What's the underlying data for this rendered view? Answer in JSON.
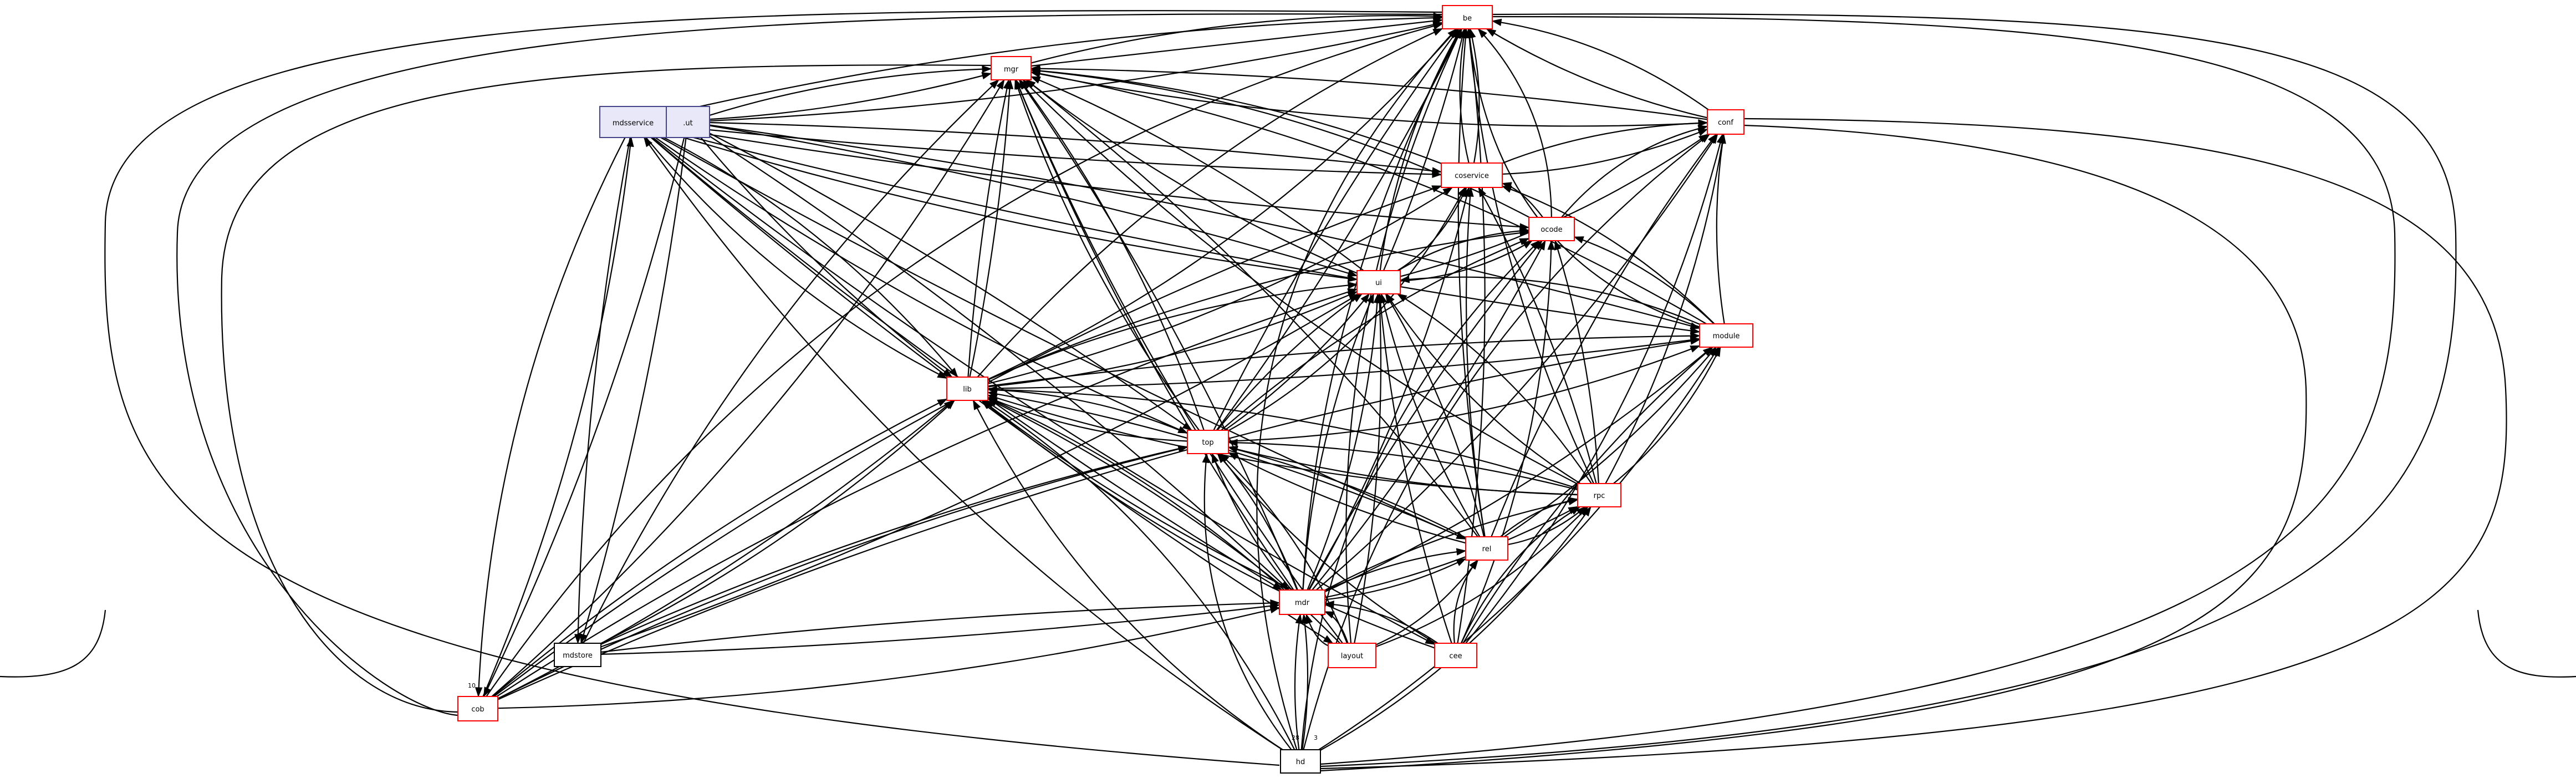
{
  "title": "",
  "nodes": [
    {
      "id": "be",
      "label": "be",
      "style": "red"
    },
    {
      "id": "mgr",
      "label": "mgr",
      "style": "red"
    },
    {
      "id": "mdsservice",
      "label": "mdsservice",
      "style": "parent"
    },
    {
      "id": "ut",
      "label": ".ut",
      "style": "parent"
    },
    {
      "id": "conf",
      "label": "conf",
      "style": "red"
    },
    {
      "id": "coservice",
      "label": "coservice",
      "style": "red"
    },
    {
      "id": "ocode",
      "label": "ocode",
      "style": "red"
    },
    {
      "id": "ui",
      "label": "ui",
      "style": "red"
    },
    {
      "id": "module",
      "label": "module",
      "style": "red"
    },
    {
      "id": "lib",
      "label": "lib",
      "style": "red"
    },
    {
      "id": "top",
      "label": "top",
      "style": "red"
    },
    {
      "id": "rpc",
      "label": "rpc",
      "style": "red"
    },
    {
      "id": "rel",
      "label": "rel",
      "style": "red"
    },
    {
      "id": "mdr",
      "label": "mdr",
      "style": "red"
    },
    {
      "id": "mdstore",
      "label": "mdstore",
      "style": "black"
    },
    {
      "id": "layout",
      "label": "layout",
      "style": "red"
    },
    {
      "id": "cee",
      "label": "cee",
      "style": "red"
    },
    {
      "id": "cob",
      "label": "cob",
      "style": "red"
    },
    {
      "id": "hd",
      "label": "hd",
      "style": "black"
    }
  ],
  "edge_labels": [
    {
      "id": "l1",
      "text": "10"
    },
    {
      "id": "l2",
      "text": "28"
    },
    {
      "id": "l3",
      "text": "3"
    }
  ],
  "colors": {
    "node_border_red": "#ff0000",
    "node_border_black": "#000000",
    "parent_fill": "#e8e8f8",
    "parent_border": "#444488",
    "edge": "#000000"
  }
}
